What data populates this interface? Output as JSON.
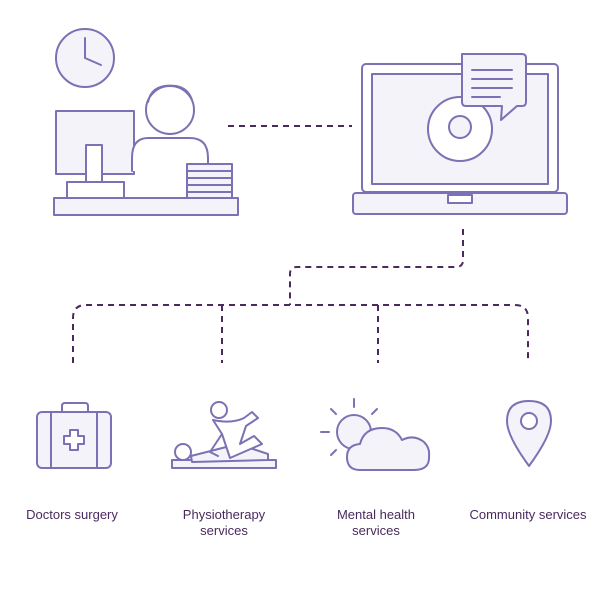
{
  "colors": {
    "stroke": "#7a72b4",
    "fill": "#f4f3fa",
    "connector": "#4a2a5e",
    "text": "#4a2a5e"
  },
  "services": [
    {
      "icon": "first-aid-kit-icon",
      "lines": [
        "Doctors surgery"
      ]
    },
    {
      "icon": "physiotherapy-icon",
      "lines": [
        "Physiotherapy",
        "services"
      ]
    },
    {
      "icon": "sun-cloud-icon",
      "lines": [
        "Mental health",
        "services"
      ]
    },
    {
      "icon": "location-pin-icon",
      "lines": [
        "Community services"
      ]
    }
  ]
}
